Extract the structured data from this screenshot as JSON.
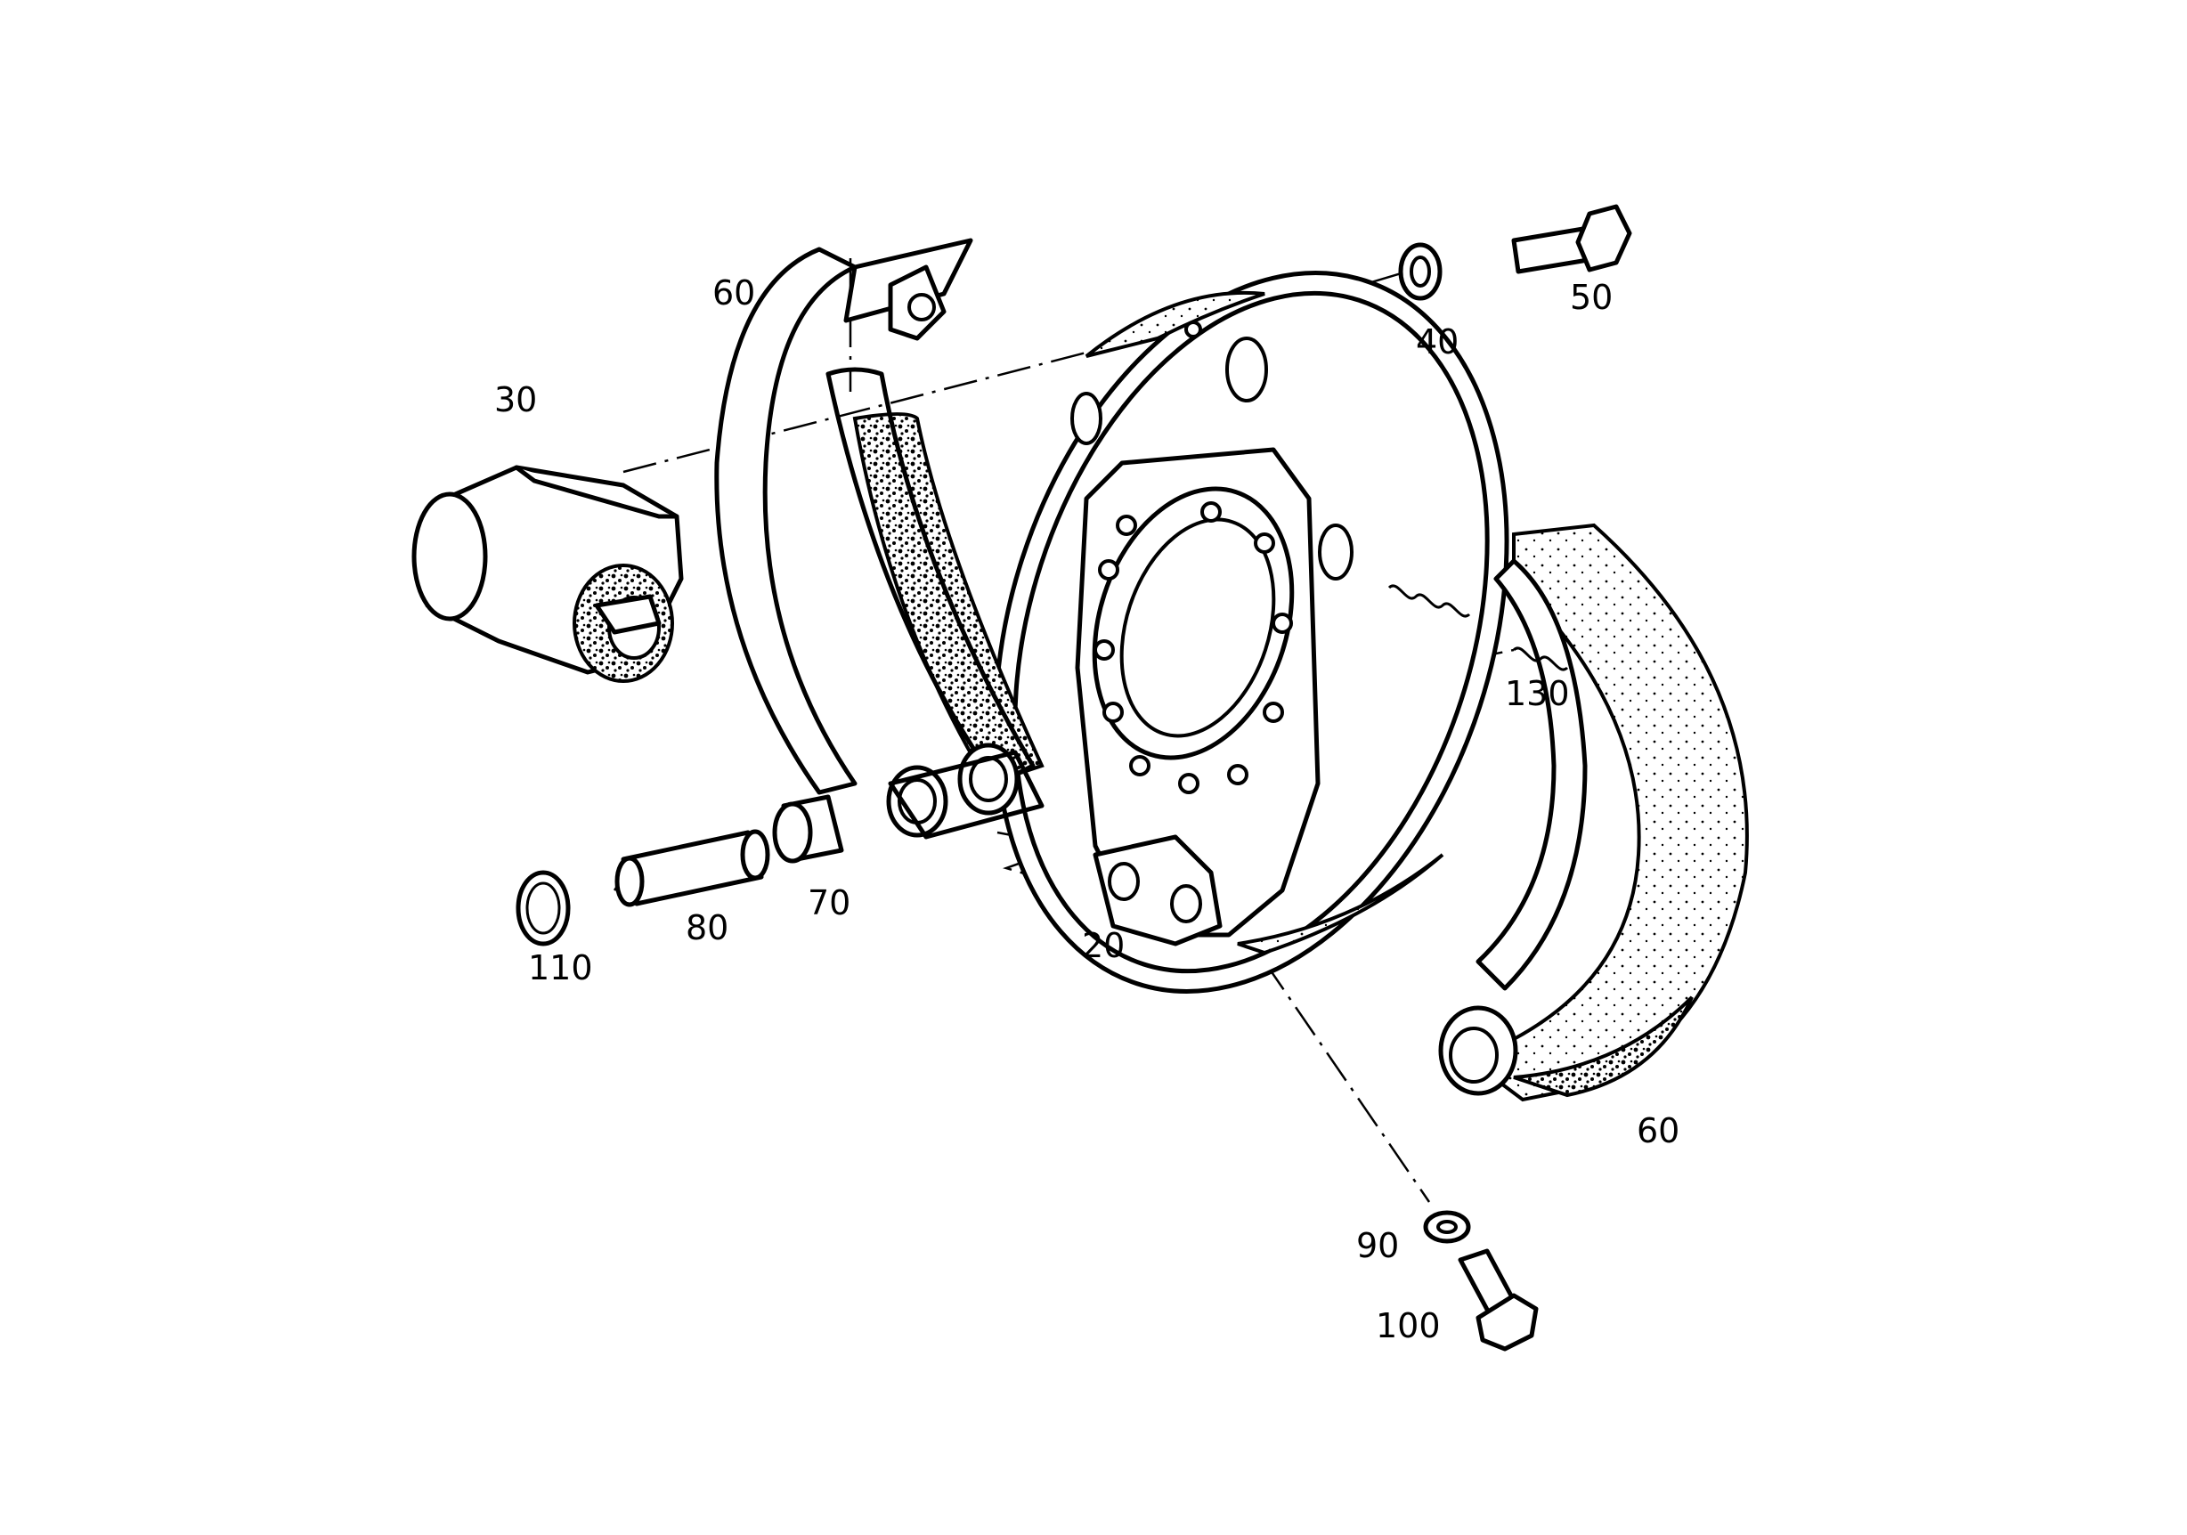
{
  "colors": {
    "ink": "#000000",
    "paper": "#ffffff"
  },
  "labels": {
    "l20": "20",
    "l30": "30",
    "l40": "40",
    "l50": "50",
    "l60_top": "60",
    "l60_bottom": "60",
    "l70": "70",
    "l80": "80",
    "l90": "90",
    "l100": "100",
    "l110": "110",
    "l130": "130"
  }
}
